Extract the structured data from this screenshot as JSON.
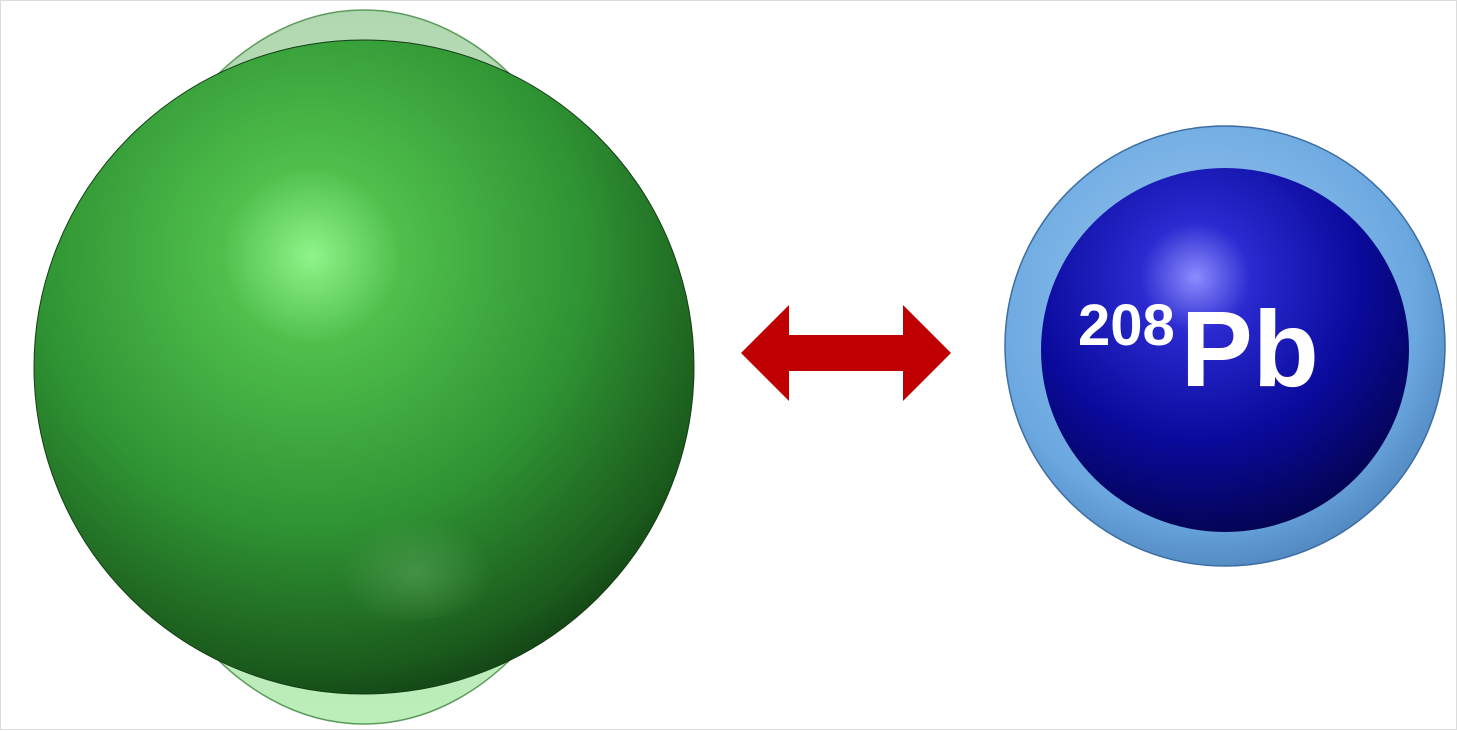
{
  "nucleus_right": {
    "mass_number": "208",
    "symbol": "Pb"
  },
  "colors": {
    "deformed_nucleus": "#2f9a33",
    "deformed_halo": "#8fd18f",
    "lead_core": "#0a0a9c",
    "lead_halo": "#6ba8e0",
    "arrow": "#c00000"
  },
  "icons": {
    "arrow": "double-headed-arrow"
  }
}
